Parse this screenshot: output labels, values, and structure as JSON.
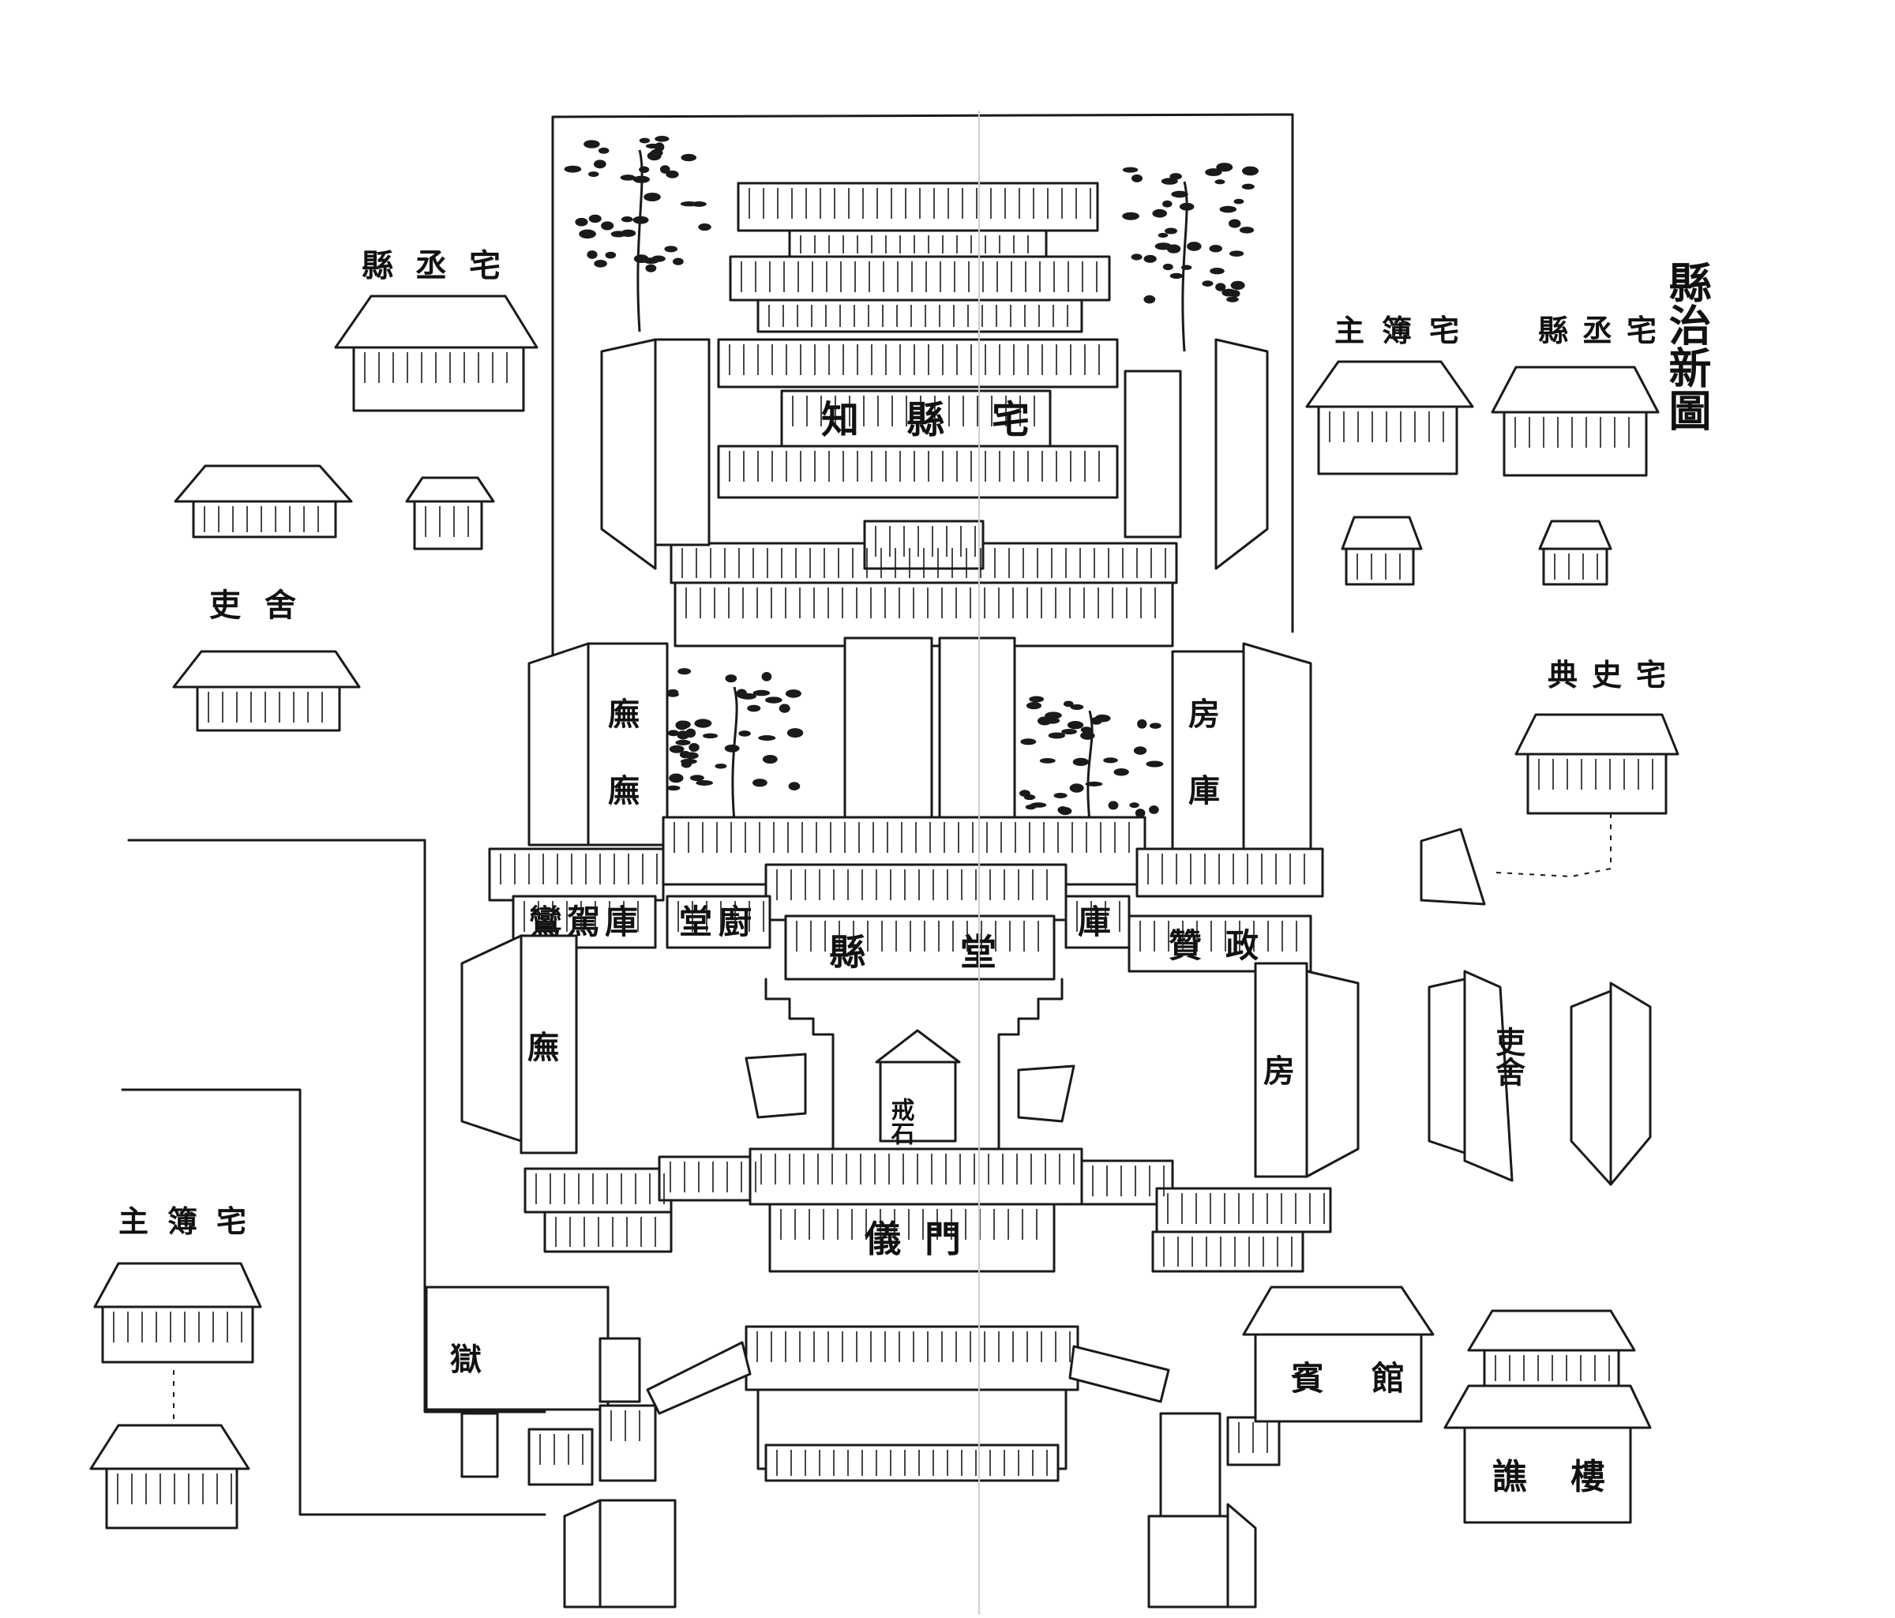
{
  "title": "縣治新圖",
  "labels": {
    "zhixian_zhai": "知縣宅",
    "xiancheng_zhai_left": "縣丞宅",
    "xiancheng_zhai_right": "縣丞宅",
    "zhubu_zhai_right": "主簿宅",
    "zhubu_zhai_left": "主簿宅",
    "lishe_left": "吏舍",
    "lishe_right": "吏舍",
    "dianshi_zhai": "典史宅",
    "xiantang": "縣堂",
    "tangchu": "堂廚",
    "kuku": "庫",
    "jiajiaku": "鸞駕庫",
    "zanzheng": "贊政",
    "jieshi": "戒石",
    "yimen": "儀門",
    "binguan": "賓館",
    "qiaolou": "譙樓",
    "yu": "獄",
    "fu_left_a": "廡",
    "fu_left_b": "廡",
    "fu_right_a": "房",
    "fu_right_b": "庫",
    "fu_right_c": "房"
  }
}
